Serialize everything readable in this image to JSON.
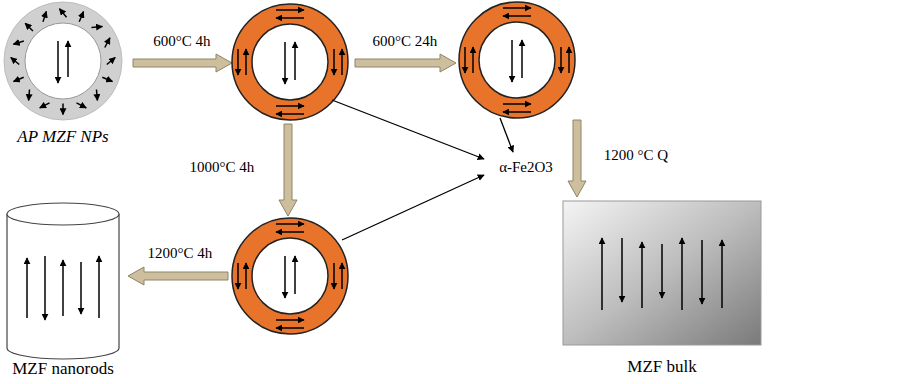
{
  "diagram": {
    "nodes": [
      {
        "text": [
          "AP MZF NPs"
        ]
      },
      {
        "text": [
          "MZF nanorods"
        ]
      },
      {
        "text": [
          "MZF bulk"
        ]
      }
    ],
    "labels": [
      "600°C 4h",
      "600°C 24h",
      "α-Fe2O3",
      "1000°C 4h",
      "1200 °C Q",
      "1200°C 4h"
    ]
  }
}
